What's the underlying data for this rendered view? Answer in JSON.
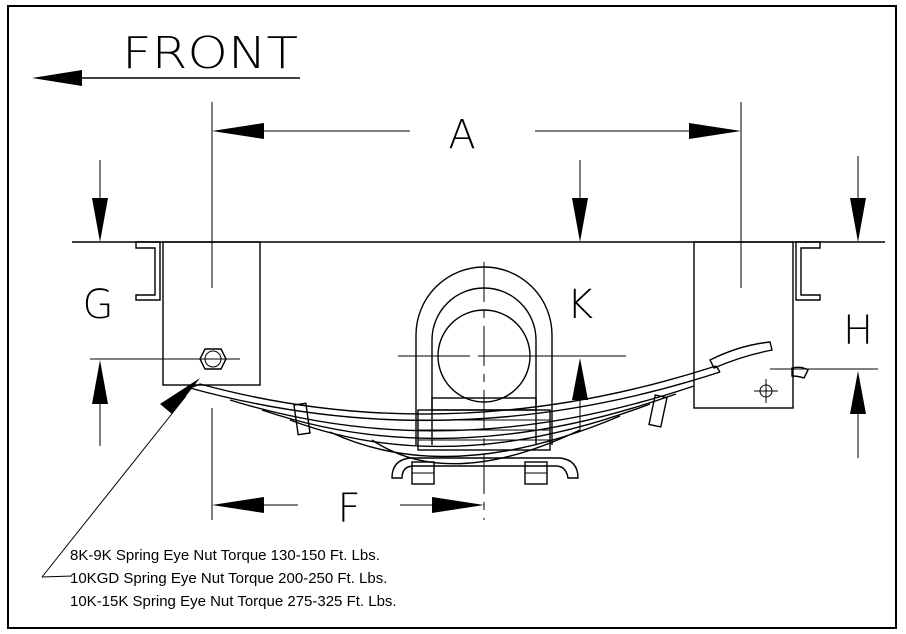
{
  "direction_label": "FRONT",
  "dimensions": {
    "a": "A",
    "f": "F",
    "g": "G",
    "h": "H",
    "k": "K"
  },
  "torque_notes": [
    "8K-9K Spring Eye Nut Torque 130-150 Ft. Lbs.",
    "10KGD Spring Eye Nut Torque 200-250 Ft. Lbs.",
    "10K-15K Spring Eye Nut Torque 275-325 Ft. Lbs."
  ]
}
